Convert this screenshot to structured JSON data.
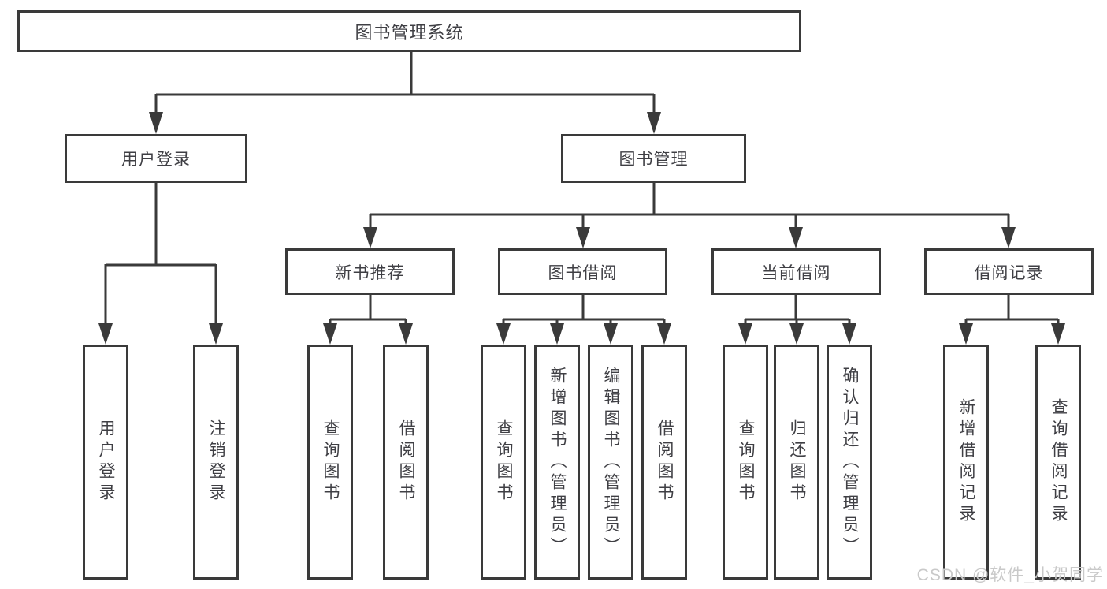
{
  "diagram": {
    "root": {
      "label": "图书管理系统"
    },
    "level2": {
      "login": {
        "label": "用户登录"
      },
      "mgmt": {
        "label": "图书管理"
      }
    },
    "level3": {
      "newbook": {
        "label": "新书推荐"
      },
      "borrow": {
        "label": "图书借阅"
      },
      "current": {
        "label": "当前借阅"
      },
      "records": {
        "label": "借阅记录"
      }
    },
    "leaves": {
      "login": [
        "用户登录",
        "注销登录"
      ],
      "newbook": [
        "查询图书",
        "借阅图书"
      ],
      "borrow": [
        "查询图书",
        "新增图书（管理员）",
        "编辑图书（管理员）",
        "借阅图书"
      ],
      "current": [
        "查询图书",
        "归还图书",
        "确认归还（管理员）"
      ],
      "records": [
        "新增借阅记录",
        "查询借阅记录"
      ]
    }
  },
  "watermark": "CSDN @软件_小贺同学",
  "colors": {
    "line": "#3a3a3a",
    "box_border": "#3a3a3a",
    "text": "#3f3f44",
    "watermark": "#c9c9c9",
    "background": "#ffffff"
  }
}
